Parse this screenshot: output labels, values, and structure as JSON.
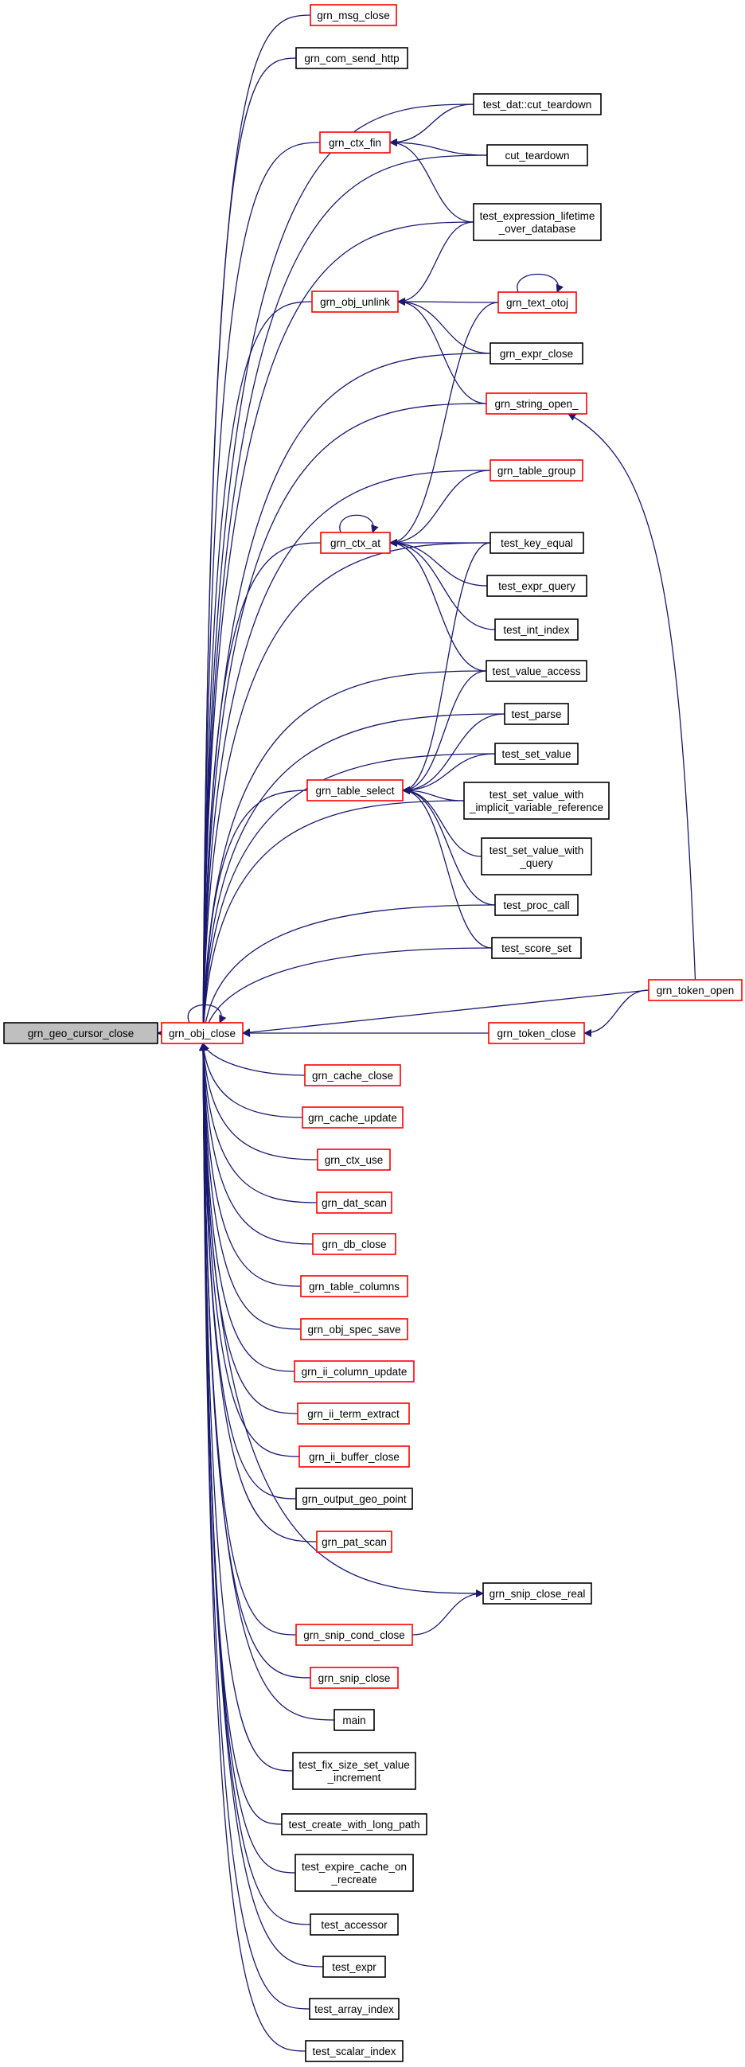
{
  "colors": {
    "edge": "#191970",
    "root_fill": "#bfbfbf",
    "red_border": "#ff0000",
    "black_border": "#000000"
  },
  "nodes": [
    {
      "id": "root",
      "lines": [
        "grn_geo_cursor_close"
      ],
      "kind": "root"
    },
    {
      "id": "objclose",
      "lines": [
        "grn_obj_close"
      ],
      "kind": "red"
    },
    {
      "id": "msgclose",
      "lines": [
        "grn_msg_close"
      ],
      "kind": "red"
    },
    {
      "id": "comsend",
      "lines": [
        "grn_com_send_http"
      ],
      "kind": "black"
    },
    {
      "id": "ctxfin",
      "lines": [
        "grn_ctx_fin"
      ],
      "kind": "red"
    },
    {
      "id": "datcut",
      "lines": [
        "test_dat::cut_teardown"
      ],
      "kind": "black"
    },
    {
      "id": "cutteardown",
      "lines": [
        "cut_teardown"
      ],
      "kind": "black"
    },
    {
      "id": "exprlife",
      "lines": [
        "test_expression_lifetime",
        "_over_database"
      ],
      "kind": "black"
    },
    {
      "id": "objunlink",
      "lines": [
        "grn_obj_unlink"
      ],
      "kind": "red"
    },
    {
      "id": "textotoj",
      "lines": [
        "grn_text_otoj"
      ],
      "kind": "red"
    },
    {
      "id": "exprclose",
      "lines": [
        "grn_expr_close"
      ],
      "kind": "black"
    },
    {
      "id": "stringopen",
      "lines": [
        "grn_string_open_"
      ],
      "kind": "red"
    },
    {
      "id": "tablegroup",
      "lines": [
        "grn_table_group"
      ],
      "kind": "red"
    },
    {
      "id": "ctxat",
      "lines": [
        "grn_ctx_at"
      ],
      "kind": "red"
    },
    {
      "id": "keyequal",
      "lines": [
        "test_key_equal"
      ],
      "kind": "black"
    },
    {
      "id": "exprquery",
      "lines": [
        "test_expr_query"
      ],
      "kind": "black"
    },
    {
      "id": "intindex",
      "lines": [
        "test_int_index"
      ],
      "kind": "black"
    },
    {
      "id": "valueaccess",
      "lines": [
        "test_value_access"
      ],
      "kind": "black"
    },
    {
      "id": "parse",
      "lines": [
        "test_parse"
      ],
      "kind": "black"
    },
    {
      "id": "setvalue",
      "lines": [
        "test_set_value"
      ],
      "kind": "black"
    },
    {
      "id": "tableselect",
      "lines": [
        "grn_table_select"
      ],
      "kind": "red"
    },
    {
      "id": "setvalueimpl",
      "lines": [
        "test_set_value_with",
        "_implicit_variable_reference"
      ],
      "kind": "black"
    },
    {
      "id": "setvaluequery",
      "lines": [
        "test_set_value_with",
        "_query"
      ],
      "kind": "black"
    },
    {
      "id": "proccall",
      "lines": [
        "test_proc_call"
      ],
      "kind": "black"
    },
    {
      "id": "scoreset",
      "lines": [
        "test_score_set"
      ],
      "kind": "black"
    },
    {
      "id": "tokenopen",
      "lines": [
        "grn_token_open"
      ],
      "kind": "red"
    },
    {
      "id": "tokenclose",
      "lines": [
        "grn_token_close"
      ],
      "kind": "red"
    },
    {
      "id": "cacheclose",
      "lines": [
        "grn_cache_close"
      ],
      "kind": "red"
    },
    {
      "id": "cacheupdate",
      "lines": [
        "grn_cache_update"
      ],
      "kind": "red"
    },
    {
      "id": "ctxuse",
      "lines": [
        "grn_ctx_use"
      ],
      "kind": "red"
    },
    {
      "id": "datscan",
      "lines": [
        "grn_dat_scan"
      ],
      "kind": "red"
    },
    {
      "id": "dbclose",
      "lines": [
        "grn_db_close"
      ],
      "kind": "red"
    },
    {
      "id": "tablecolumns",
      "lines": [
        "grn_table_columns"
      ],
      "kind": "red"
    },
    {
      "id": "specsave",
      "lines": [
        "grn_obj_spec_save"
      ],
      "kind": "red"
    },
    {
      "id": "iicolupd",
      "lines": [
        "grn_ii_column_update"
      ],
      "kind": "red"
    },
    {
      "id": "iiterm",
      "lines": [
        "grn_ii_term_extract"
      ],
      "kind": "red"
    },
    {
      "id": "iibuf",
      "lines": [
        "grn_ii_buffer_close"
      ],
      "kind": "red"
    },
    {
      "id": "outgeo",
      "lines": [
        "grn_output_geo_point"
      ],
      "kind": "black"
    },
    {
      "id": "patscan",
      "lines": [
        "grn_pat_scan"
      ],
      "kind": "red"
    },
    {
      "id": "snipreal",
      "lines": [
        "grn_snip_close_real"
      ],
      "kind": "black"
    },
    {
      "id": "snipcond",
      "lines": [
        "grn_snip_cond_close"
      ],
      "kind": "red"
    },
    {
      "id": "snipclose",
      "lines": [
        "grn_snip_close"
      ],
      "kind": "red"
    },
    {
      "id": "main",
      "lines": [
        "main"
      ],
      "kind": "black"
    },
    {
      "id": "fixsize",
      "lines": [
        "test_fix_size_set_value",
        "_increment"
      ],
      "kind": "black"
    },
    {
      "id": "longpath",
      "lines": [
        "test_create_with_long_path"
      ],
      "kind": "black"
    },
    {
      "id": "expirecache",
      "lines": [
        "test_expire_cache_on",
        "_recreate"
      ],
      "kind": "black"
    },
    {
      "id": "accessor",
      "lines": [
        "test_accessor"
      ],
      "kind": "black"
    },
    {
      "id": "texpr",
      "lines": [
        "test_expr"
      ],
      "kind": "black"
    },
    {
      "id": "arrindex",
      "lines": [
        "test_array_index"
      ],
      "kind": "black"
    },
    {
      "id": "scalindex",
      "lines": [
        "test_scalar_index"
      ],
      "kind": "black"
    }
  ]
}
